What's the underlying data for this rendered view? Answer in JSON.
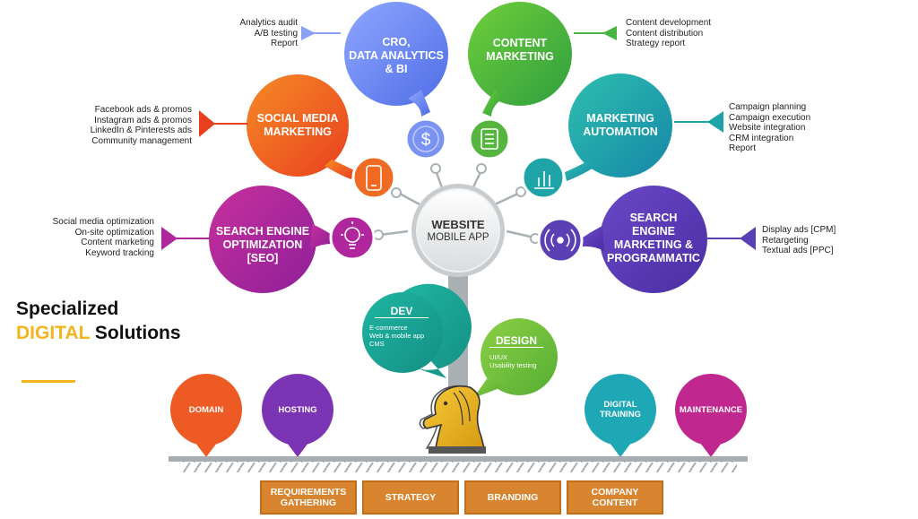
{
  "center": {
    "line1": "WEBSITE",
    "line2": "MOBILE APP"
  },
  "services": {
    "cro": {
      "label": [
        "CRO,",
        "DATA ANALYTICS",
        "& BI"
      ],
      "items": [
        "Analytics audit",
        "A/B testing",
        "Report"
      ],
      "color": "#6f8cf5"
    },
    "content": {
      "label": [
        "CONTENT",
        "MARKETING"
      ],
      "items": [
        "Content development",
        "Content distribution",
        "Strategy report"
      ],
      "color": "#45b340"
    },
    "social": {
      "label": [
        "SOCIAL MEDIA",
        "MARKETING"
      ],
      "items": [
        "Facebook ads & promos",
        "Instagram ads & promos",
        "LinkedIn & Pinterests ads",
        "Community management"
      ],
      "color": "#ee5a24"
    },
    "automation": {
      "label": [
        "MARKETING",
        "AUTOMATION"
      ],
      "items": [
        "Campaign planning",
        "Campaign execution",
        "Website integration",
        "CRM integration",
        "Report"
      ],
      "color": "#1ea4a7"
    },
    "seo": {
      "label": [
        "SEARCH ENGINE",
        "OPTIMIZATION",
        "[SEO]"
      ],
      "items": [
        "Social media optimization",
        "On-site optimization",
        "Content marketing",
        "Keyword tracking"
      ],
      "color": "#b0269c"
    },
    "sem": {
      "label": [
        "SEARCH",
        "ENGINE",
        "MARKETING &",
        "PROGRAMMATIC"
      ],
      "items": [
        "Display ads [CPM]",
        "Retargeting",
        "Textual ads [PPC]"
      ],
      "color": "#5a3fb5"
    }
  },
  "dev": {
    "title": "DEV",
    "items": [
      "E-commerce",
      "Web & mobile app",
      "CMS"
    ]
  },
  "design": {
    "title": "DESIGN",
    "items": [
      "UI/UX",
      "Usability testing"
    ]
  },
  "bottom_bubbles": [
    "DOMAIN",
    "HOSTING",
    "DIGITAL TRAINING",
    "MAINTENANCE"
  ],
  "bottom_boxes": [
    "REQUIREMENTS GATHERING",
    "STRATEGY",
    "BRANDING",
    "COMPANY CONTENT"
  ],
  "headline": {
    "line1": "Specialized",
    "accent": "DIGITAL",
    "rest": "Solutions"
  }
}
